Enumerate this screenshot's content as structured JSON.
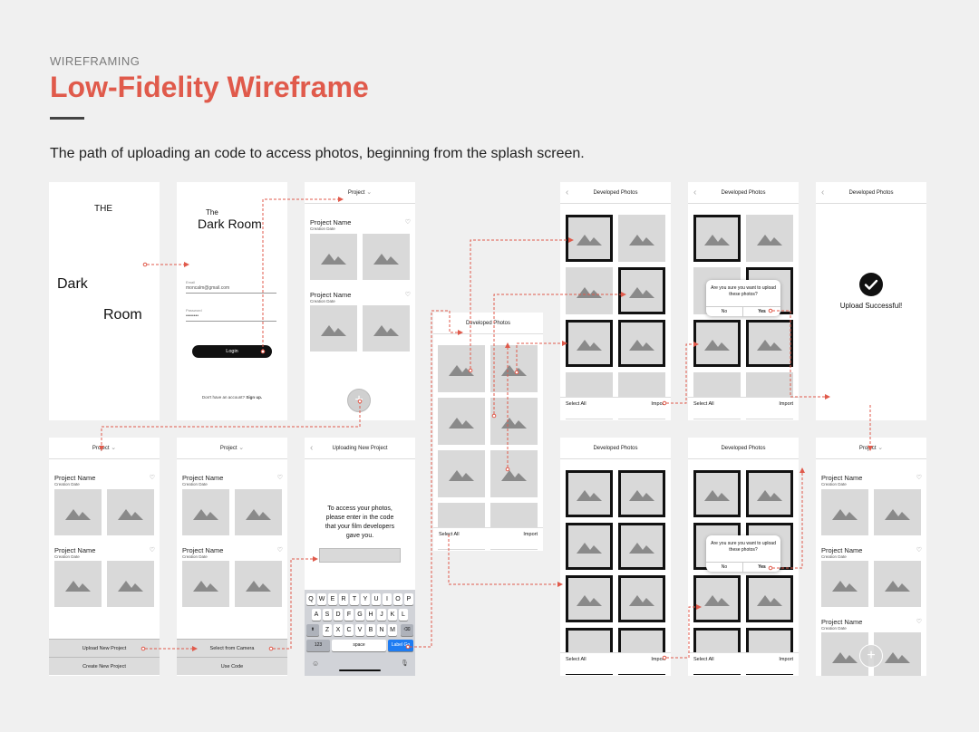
{
  "header": {
    "eyebrow": "WIREFRAMING",
    "title": "Low-Fidelity Wireframe",
    "description": "The path of uploading an code to access photos, beginning from the splash screen."
  },
  "colors": {
    "accent": "#e05a4b",
    "placeholder": "#d9d9d9",
    "icon": "#8a8a8a"
  },
  "icons": {
    "image": "mountain-image-icon",
    "heart": "heart-icon",
    "back": "chevron-left-icon",
    "add": "plus-icon",
    "check": "checkmark-icon"
  },
  "splash": {
    "the": "THE",
    "dark": "Dark",
    "room": "Room"
  },
  "login": {
    "brand_small": "The",
    "brand_large": "Dark Room",
    "email_label": "Email",
    "email_value": "moncalm@gmail.com",
    "password_label": "Password",
    "password_value": "••••••••",
    "login_button": "Login",
    "signup_prompt": "Don't have an account?",
    "signup_link": "Sign up."
  },
  "project": {
    "header": "Project",
    "name": "Project Name",
    "date": "Creation Date",
    "upload_new": "Upload New Project",
    "create_new": "Create New Project",
    "select_camera": "Select from Camera",
    "use_code": "Use Code"
  },
  "uploading": {
    "header": "Uploading New Project",
    "instruction": "To access your photos, please enter in the code that your film developers gave you.",
    "keyboard_row1": [
      "Q",
      "W",
      "E",
      "R",
      "T",
      "Y",
      "U",
      "I",
      "O",
      "P"
    ],
    "keyboard_row2": [
      "A",
      "S",
      "D",
      "F",
      "G",
      "H",
      "J",
      "K",
      "L"
    ],
    "keyboard_row3": [
      "Z",
      "X",
      "C",
      "V",
      "B",
      "N",
      "M"
    ],
    "key_123": "123",
    "key_space": "space",
    "key_label": "Label Go"
  },
  "developed": {
    "header": "Developed Photos",
    "select_all": "Select All",
    "import": "Import",
    "confirm_question": "Are you sure you want to upload these photos?",
    "no": "No",
    "yes": "Yes"
  },
  "success": {
    "message": "Upload Successful!"
  }
}
